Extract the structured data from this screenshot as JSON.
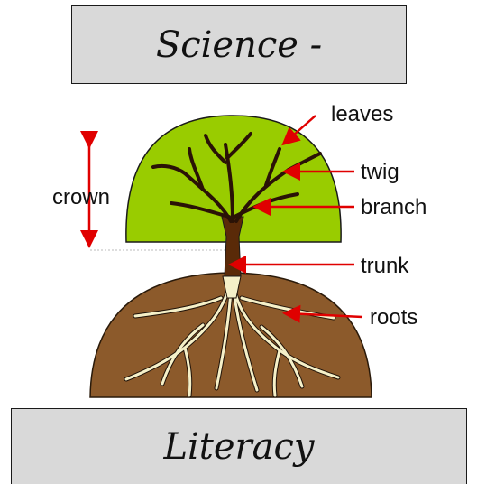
{
  "header": {
    "title": "Science -"
  },
  "footer": {
    "title": "Literacy"
  },
  "diagram": {
    "labels": {
      "leaves": "leaves",
      "twig": "twig",
      "branch": "branch",
      "crown": "crown",
      "trunk": "trunk",
      "roots": "roots"
    }
  },
  "colors": {
    "crown": "#99cc00",
    "trunk": "#5a2a08",
    "soil": "#8c5a2b",
    "roots": "#f5f0c8",
    "arrow": "#e00000"
  }
}
